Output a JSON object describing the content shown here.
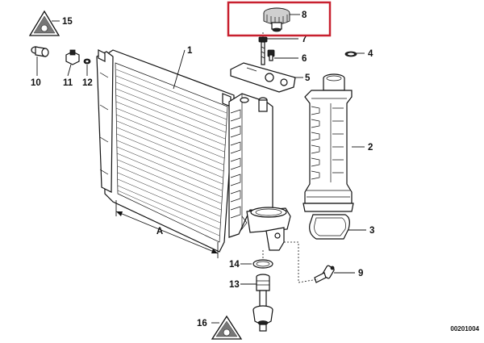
{
  "diagram": {
    "reference_code": "00201004",
    "dimension_label": "A",
    "highlight_color": "#c8202f",
    "highlighted_part": "8",
    "callouts": [
      {
        "id": "1"
      },
      {
        "id": "2"
      },
      {
        "id": "3"
      },
      {
        "id": "4"
      },
      {
        "id": "5"
      },
      {
        "id": "6"
      },
      {
        "id": "7"
      },
      {
        "id": "8"
      },
      {
        "id": "9"
      },
      {
        "id": "10"
      },
      {
        "id": "11"
      },
      {
        "id": "12"
      },
      {
        "id": "13"
      },
      {
        "id": "14"
      },
      {
        "id": "15"
      },
      {
        "id": "16"
      }
    ],
    "symbols": [
      {
        "name": "bmw-kit-triangle-icon",
        "near": "15"
      },
      {
        "name": "bmw-kit-triangle-icon",
        "near": "16"
      }
    ]
  }
}
